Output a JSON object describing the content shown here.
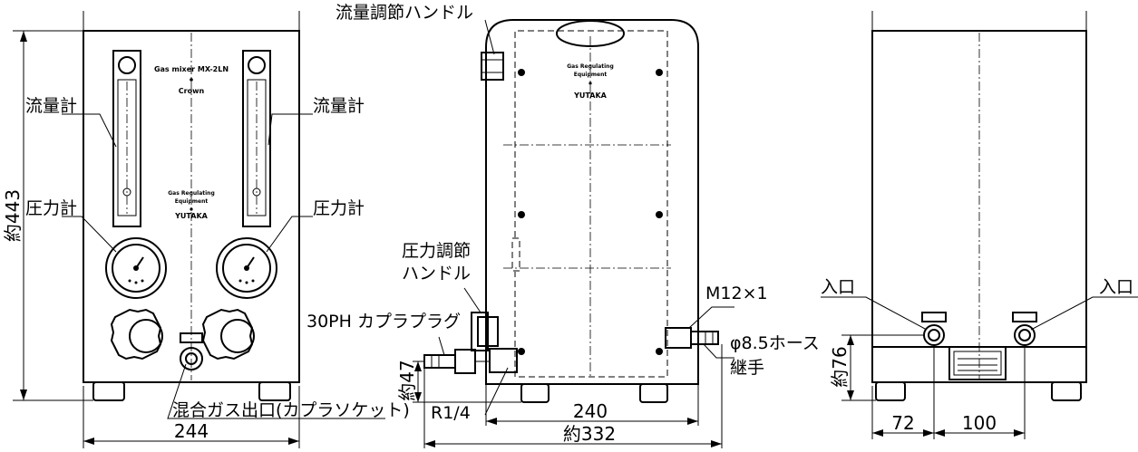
{
  "front_view": {
    "flowmeter_left": "流量計",
    "flowmeter_right": "流量計",
    "gauge_left": "圧力計",
    "gauge_right": "圧力計",
    "panel_title": "Gas mixer MX-2LN",
    "brand": "Crown",
    "equipment_line1": "Gas Regulating",
    "equipment_line2": "Equipment",
    "maker": "YUTAKA",
    "outlet_label": "混合ガス出口(カプラソケット)",
    "height_dim": "約443",
    "width_dim": "244"
  },
  "side_view": {
    "flow_handle": "流量調節ハンドル",
    "pressure_handle_line1": "圧力調節",
    "pressure_handle_line2": "ハンドル",
    "plug_label": "30PH カプラプラグ",
    "thread_label": "M12×1",
    "hose_line1": "φ8.5ホース",
    "hose_line2": "継手",
    "pipe_label": "R1/4",
    "height_dim": "約47",
    "inner_width_dim": "240",
    "outer_width_dim": "約332",
    "equipment_line1": "Gas Regulating",
    "equipment_line2": "Equipment",
    "maker": "YUTAKA"
  },
  "rear_view": {
    "inlet_left": "入口",
    "inlet_right": "入口",
    "height_dim": "約76",
    "offset_dim": "72",
    "spacing_dim": "100"
  }
}
